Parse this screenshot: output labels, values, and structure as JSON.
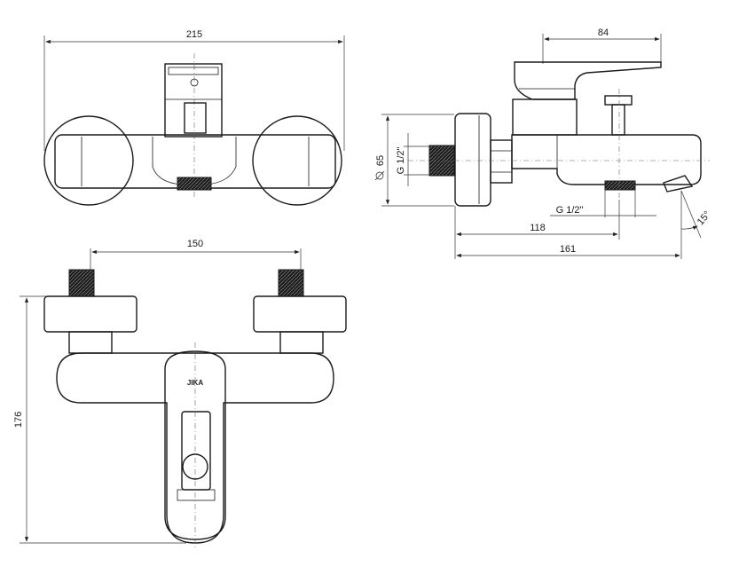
{
  "drawing": {
    "brand": "JIKA",
    "dimensions": {
      "top_width": "215",
      "side_lever_length": "84",
      "side_diameter": "65",
      "side_thread_inlet": "G 1/2\"",
      "side_thread_outlet": "G 1/2\"",
      "side_depth_outlet": "118",
      "side_depth_total": "161",
      "side_angle": "15°",
      "front_center_distance": "150",
      "front_height": "176"
    }
  }
}
